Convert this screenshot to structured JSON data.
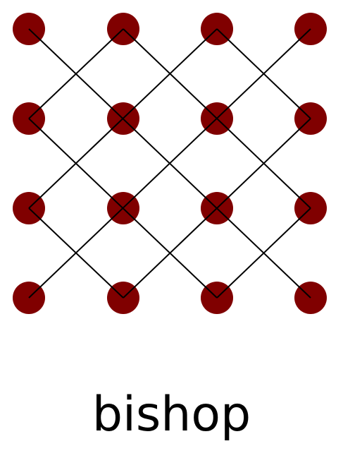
{
  "graph": {
    "caption": "bishop",
    "node_color": "#800000",
    "edge_color": "#000000",
    "rows": 4,
    "cols": 4,
    "nodes": [
      {
        "row": 0,
        "col": 0
      },
      {
        "row": 0,
        "col": 1
      },
      {
        "row": 0,
        "col": 2
      },
      {
        "row": 0,
        "col": 3
      },
      {
        "row": 1,
        "col": 0
      },
      {
        "row": 1,
        "col": 1
      },
      {
        "row": 1,
        "col": 2
      },
      {
        "row": 1,
        "col": 3
      },
      {
        "row": 2,
        "col": 0
      },
      {
        "row": 2,
        "col": 1
      },
      {
        "row": 2,
        "col": 2
      },
      {
        "row": 2,
        "col": 3
      },
      {
        "row": 3,
        "col": 0
      },
      {
        "row": 3,
        "col": 1
      },
      {
        "row": 3,
        "col": 2
      },
      {
        "row": 3,
        "col": 3
      }
    ],
    "edges": [
      {
        "from": [
          0,
          0
        ],
        "to": [
          3,
          3
        ]
      },
      {
        "from": [
          0,
          1
        ],
        "to": [
          2,
          3
        ]
      },
      {
        "from": [
          0,
          2
        ],
        "to": [
          1,
          3
        ]
      },
      {
        "from": [
          1,
          0
        ],
        "to": [
          3,
          2
        ]
      },
      {
        "from": [
          2,
          0
        ],
        "to": [
          3,
          1
        ]
      },
      {
        "from": [
          1,
          0
        ],
        "to": [
          0,
          1
        ]
      },
      {
        "from": [
          2,
          0
        ],
        "to": [
          0,
          2
        ]
      },
      {
        "from": [
          3,
          0
        ],
        "to": [
          0,
          3
        ]
      },
      {
        "from": [
          3,
          1
        ],
        "to": [
          1,
          3
        ]
      },
      {
        "from": [
          3,
          2
        ],
        "to": [
          2,
          3
        ]
      }
    ]
  }
}
